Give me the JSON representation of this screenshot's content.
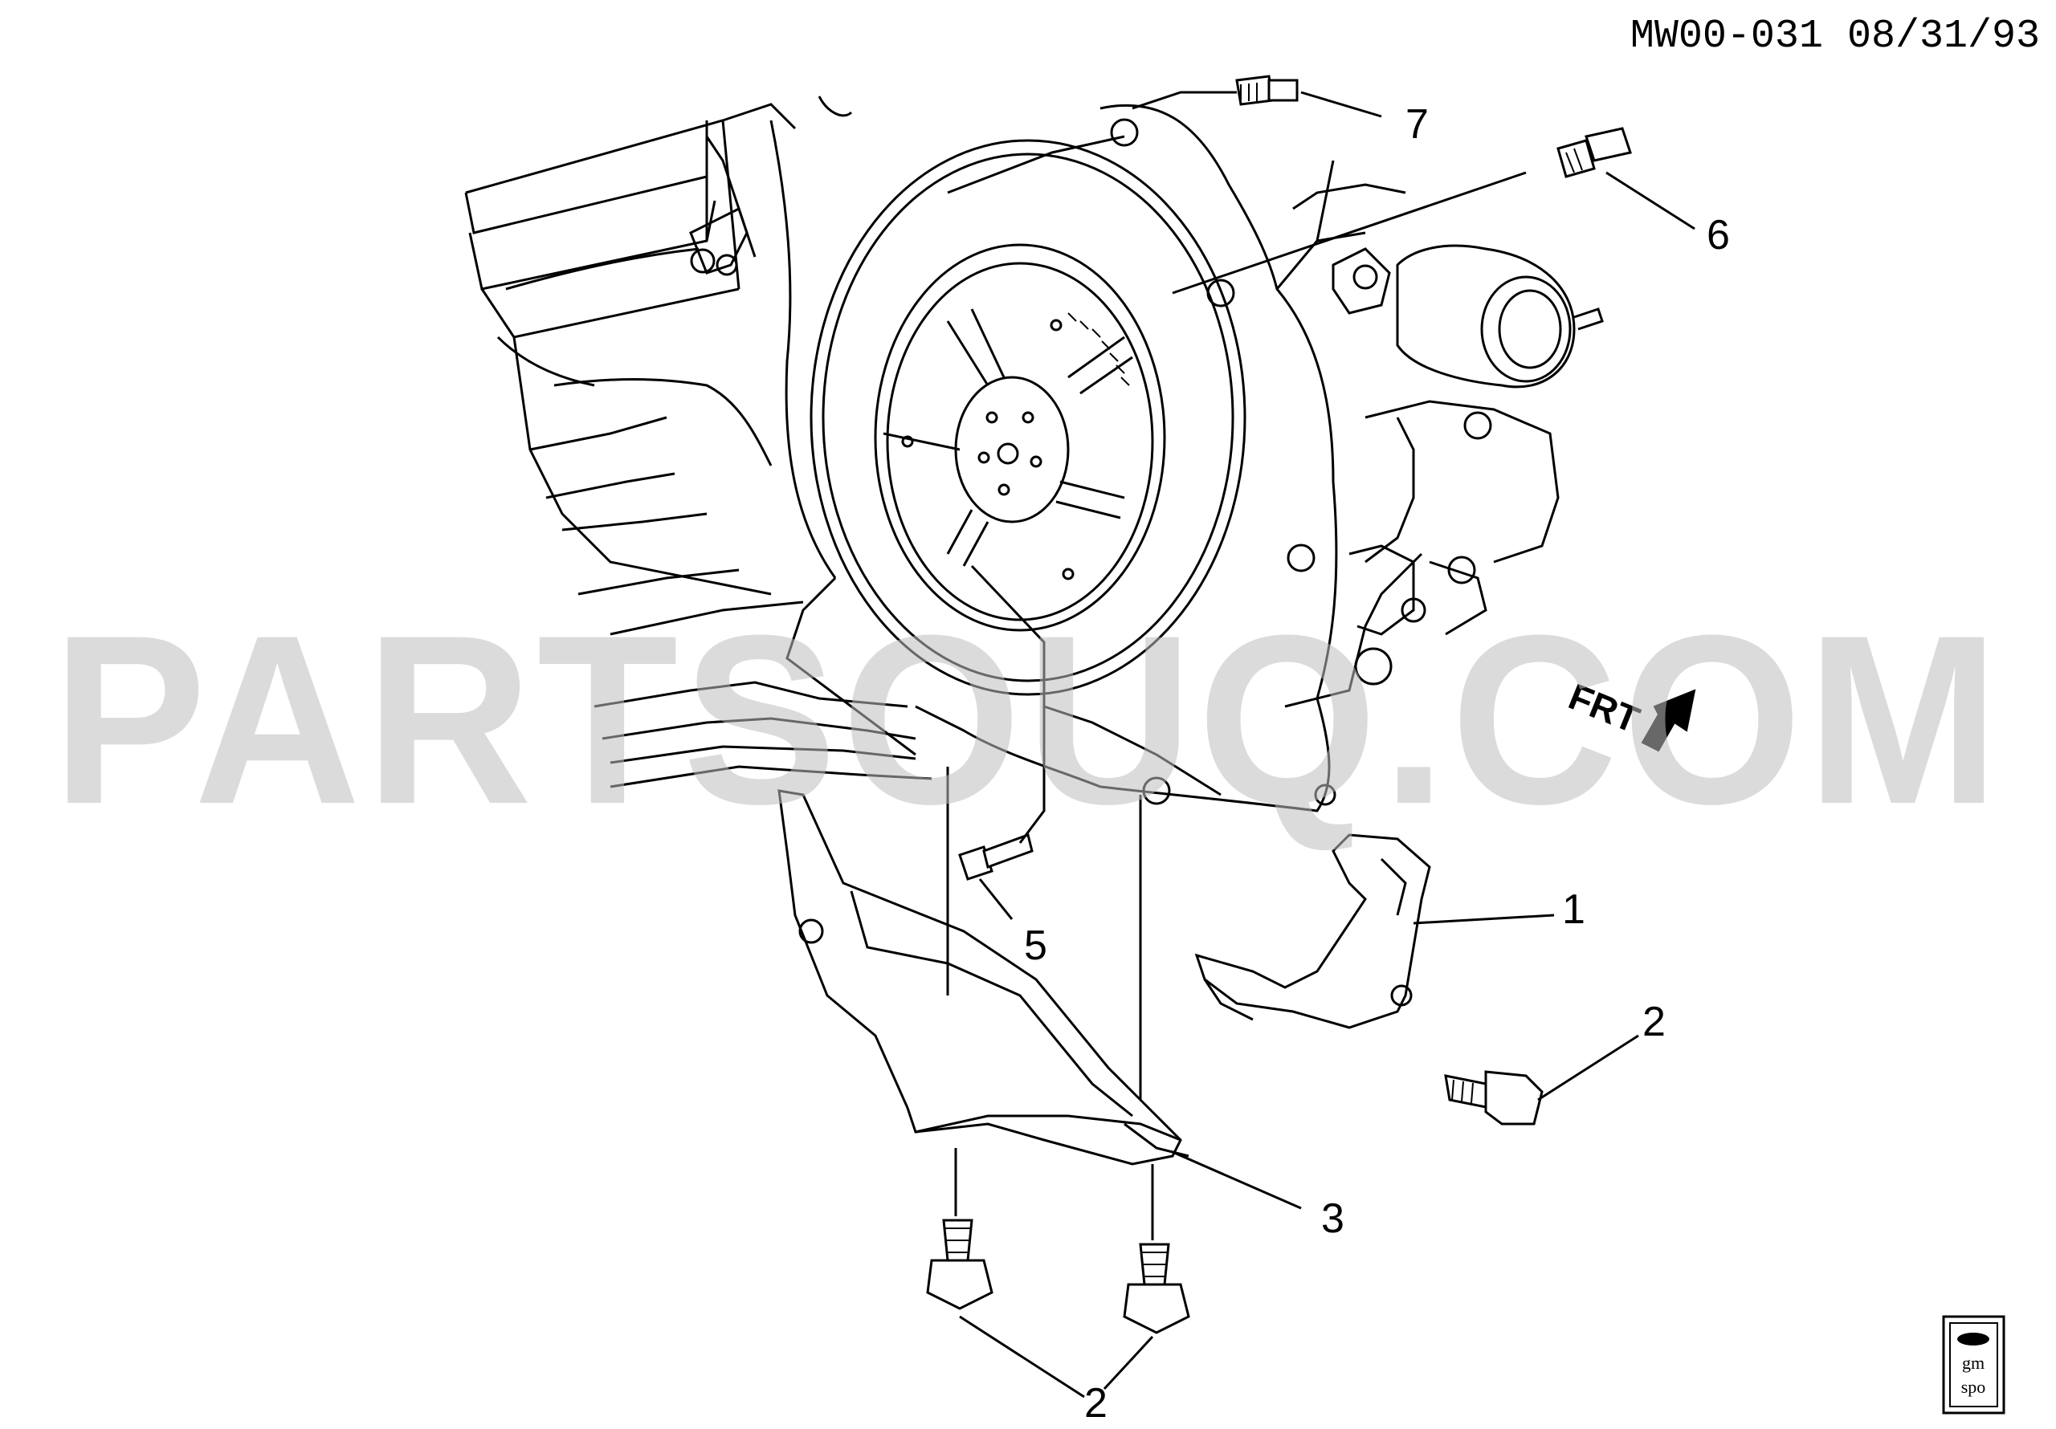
{
  "header": {
    "drawing_code": "MW00-031 08/31/93"
  },
  "watermark": {
    "text": "PARTSOUQ.COM"
  },
  "direction_marker": {
    "text": "FRT"
  },
  "logo": {
    "line1": "gm",
    "line2": "spo"
  },
  "callouts": [
    {
      "id": "callout-7",
      "label": "7"
    },
    {
      "id": "callout-6",
      "label": "6"
    },
    {
      "id": "callout-5",
      "label": "5"
    },
    {
      "id": "callout-1",
      "label": "1"
    },
    {
      "id": "callout-2-right",
      "label": "2"
    },
    {
      "id": "callout-3",
      "label": "3"
    },
    {
      "id": "callout-2-bottom",
      "label": "2"
    }
  ]
}
